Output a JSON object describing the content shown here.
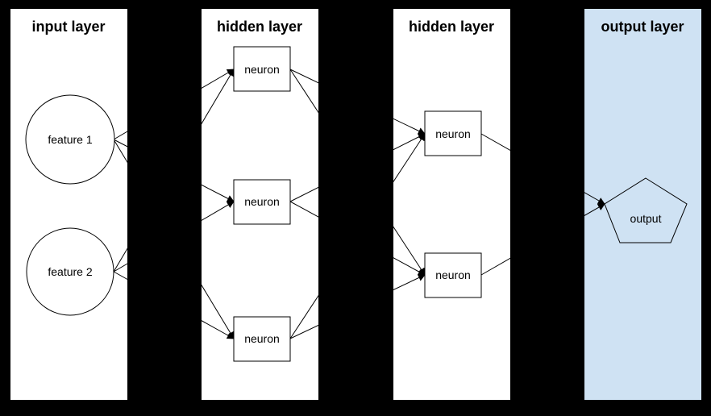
{
  "diagram": {
    "type": "neural-network",
    "background_color": "#000000",
    "panel_color": "#ffffff",
    "output_panel_color": "#cfe2f3",
    "line_color": "#000000",
    "layers": [
      {
        "id": "input",
        "title": "input layer",
        "nodes": [
          {
            "id": "feature1",
            "shape": "circle",
            "label": "feature 1"
          },
          {
            "id": "feature2",
            "shape": "circle",
            "label": "feature 2"
          }
        ]
      },
      {
        "id": "hidden1",
        "title": "hidden layer",
        "nodes": [
          {
            "id": "h1n1",
            "shape": "rect",
            "label": "neuron"
          },
          {
            "id": "h1n2",
            "shape": "rect",
            "label": "neuron"
          },
          {
            "id": "h1n3",
            "shape": "rect",
            "label": "neuron"
          }
        ]
      },
      {
        "id": "hidden2",
        "title": "hidden layer",
        "nodes": [
          {
            "id": "h2n1",
            "shape": "rect",
            "label": "neuron"
          },
          {
            "id": "h2n2",
            "shape": "rect",
            "label": "neuron"
          }
        ]
      },
      {
        "id": "output",
        "title": "output layer",
        "nodes": [
          {
            "id": "out",
            "shape": "pentagon",
            "label": "output"
          }
        ]
      }
    ],
    "connections": [
      {
        "from": "feature1",
        "to": "h1n1"
      },
      {
        "from": "feature1",
        "to": "h1n2"
      },
      {
        "from": "feature1",
        "to": "h1n3"
      },
      {
        "from": "feature2",
        "to": "h1n1"
      },
      {
        "from": "feature2",
        "to": "h1n2"
      },
      {
        "from": "feature2",
        "to": "h1n3"
      },
      {
        "from": "h1n1",
        "to": "h2n1"
      },
      {
        "from": "h1n1",
        "to": "h2n2"
      },
      {
        "from": "h1n2",
        "to": "h2n1"
      },
      {
        "from": "h1n2",
        "to": "h2n2"
      },
      {
        "from": "h1n3",
        "to": "h2n1"
      },
      {
        "from": "h1n3",
        "to": "h2n2"
      },
      {
        "from": "h2n1",
        "to": "out"
      },
      {
        "from": "h2n2",
        "to": "out"
      }
    ]
  }
}
